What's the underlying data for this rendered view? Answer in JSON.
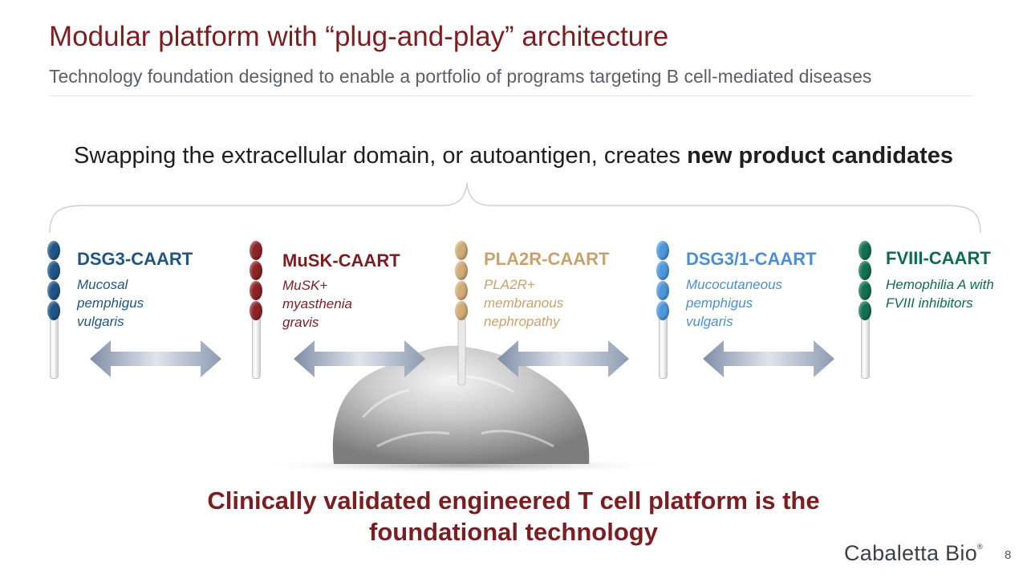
{
  "slide": {
    "title": "Modular platform with “plug-and-play” architecture",
    "subtitle": "Technology foundation designed to enable a portfolio of programs targeting B cell-mediated diseases",
    "headline_normal": "Swapping the extracellular domain, or autoantigen, creates ",
    "headline_bold": "new product candidates",
    "footer_line1": "Clinically validated engineered T cell platform is the",
    "footer_line2": "foundational technology",
    "logo_text": "Cabaletta Bio",
    "logo_mark": "®",
    "page_number": "8"
  },
  "programs": [
    {
      "name": "DSG3-CAART",
      "desc_lines": [
        "Mucosal",
        "pemphigus",
        "vulgaris"
      ],
      "color": "#1f5586",
      "domain_color": "#1f5586"
    },
    {
      "name": "MuSK-CAART",
      "desc_lines": [
        "MuSK+",
        "myasthenia",
        "gravis"
      ],
      "color": "#7b1e22",
      "domain_color": "#8c2326"
    },
    {
      "name": "PLA2R-CAART",
      "desc_lines": [
        "PLA2R+",
        "membranous",
        "nephropathy"
      ],
      "color": "#c9a26b",
      "domain_color": "#d2ac77"
    },
    {
      "name": "DSG3/1-CAART",
      "desc_lines": [
        "Mucocutaneous",
        "pemphigus",
        "vulgaris"
      ],
      "color": "#4a8fd2",
      "domain_color": "#4d97dc"
    },
    {
      "name": "FVIII-CAART",
      "desc_lines": [
        "Hemophilia A with",
        "FVIII inhibitors"
      ],
      "color": "#0f6b4e",
      "domain_color": "#12704f"
    }
  ],
  "icons": {
    "arrow": "double-headed-arrow-icon",
    "receptor": "chimeric-receptor-icon",
    "cell": "t-cell-icon"
  }
}
